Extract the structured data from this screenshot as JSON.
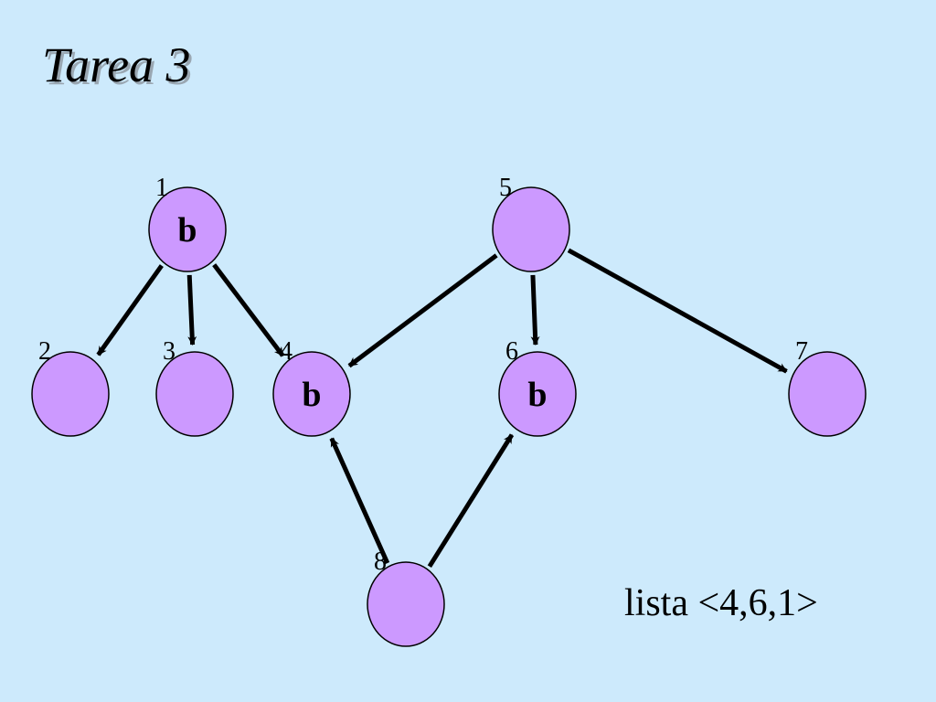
{
  "slide": {
    "title": "Tarea 3",
    "list_label": "lista <4,6,1>"
  },
  "colors": {
    "background": "#cdeafc",
    "node_fill": "#cc99ff",
    "node_stroke": "#000000",
    "edge": "#000000"
  },
  "graph": {
    "nodes": [
      {
        "id": "1",
        "mark": "b"
      },
      {
        "id": "2",
        "mark": ""
      },
      {
        "id": "3",
        "mark": ""
      },
      {
        "id": "4",
        "mark": "b"
      },
      {
        "id": "5",
        "mark": ""
      },
      {
        "id": "6",
        "mark": "b"
      },
      {
        "id": "7",
        "mark": ""
      },
      {
        "id": "8",
        "mark": ""
      }
    ],
    "edges": [
      {
        "from": "1",
        "to": "2"
      },
      {
        "from": "1",
        "to": "3"
      },
      {
        "from": "1",
        "to": "4"
      },
      {
        "from": "5",
        "to": "4"
      },
      {
        "from": "5",
        "to": "6"
      },
      {
        "from": "5",
        "to": "7"
      },
      {
        "from": "8",
        "to": "4"
      },
      {
        "from": "8",
        "to": "6"
      }
    ]
  }
}
